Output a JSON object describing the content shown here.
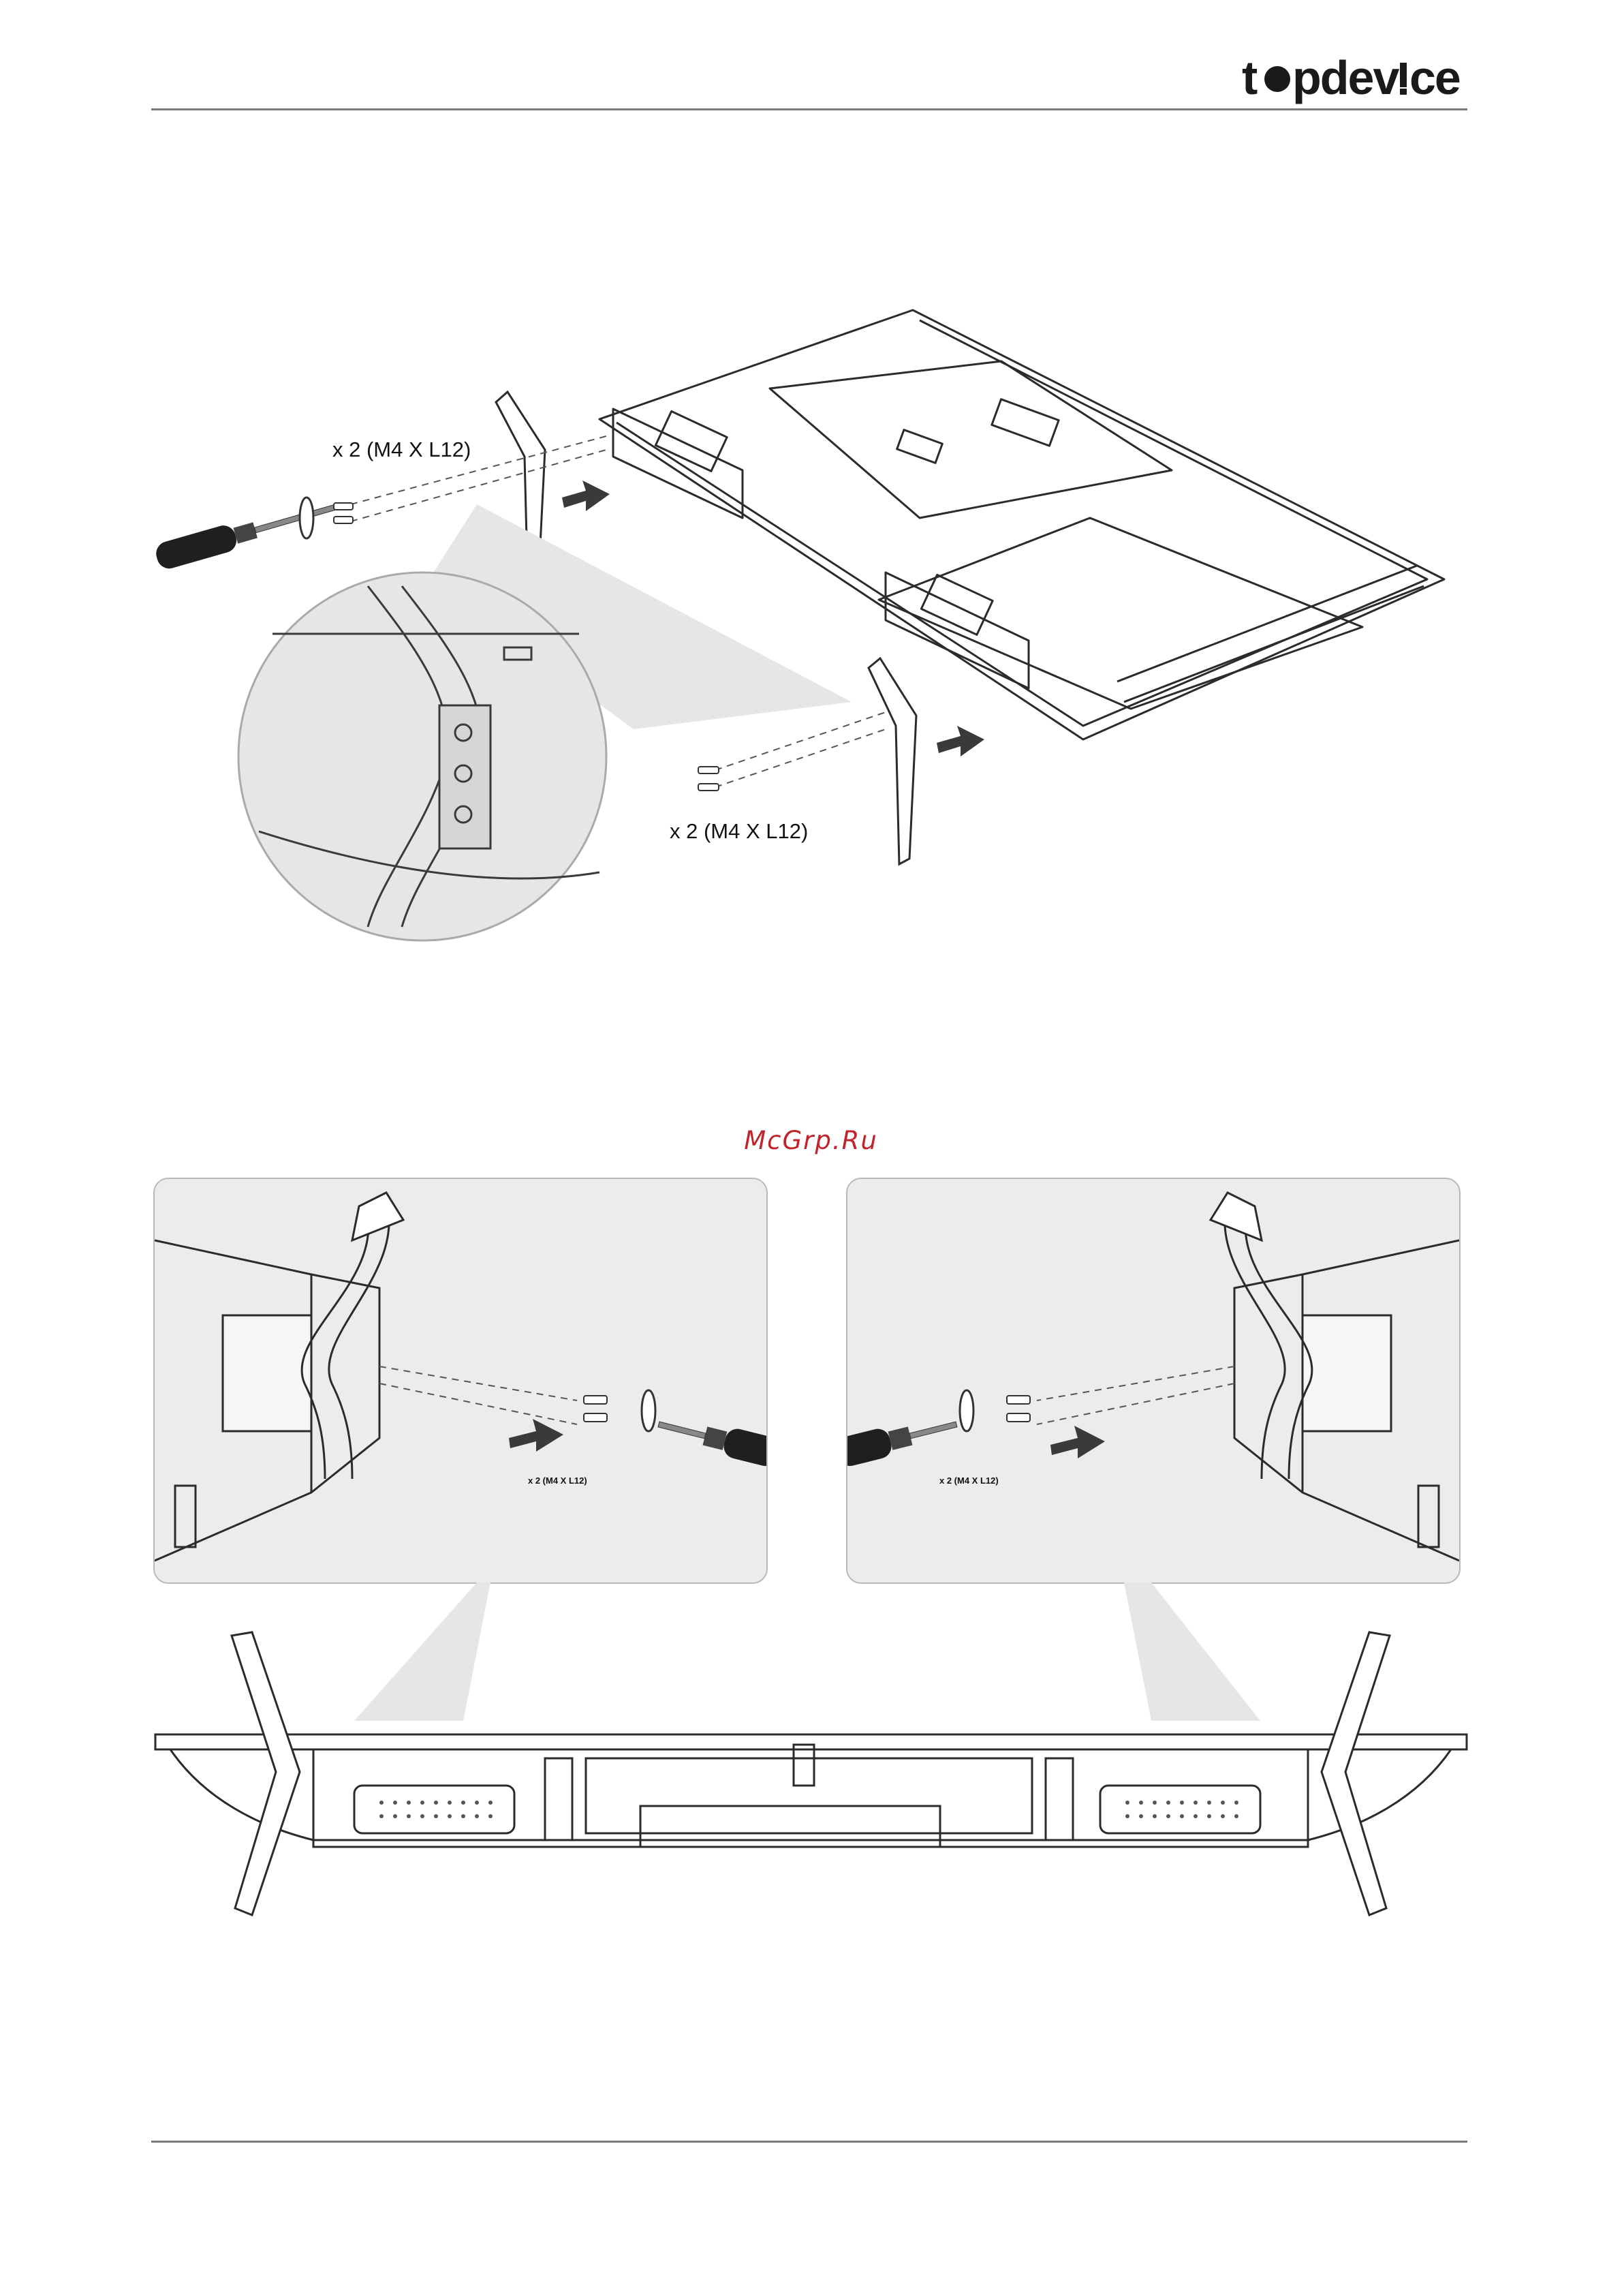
{
  "brand": {
    "logo_text": "topdevice"
  },
  "figure1": {
    "screws_label_top": "x 2 (M4 X L12)",
    "screws_label_bottom": "x 2 (M4 X L12)"
  },
  "watermark": "McGrp.Ru",
  "figure2": {
    "left_panel_label": "x 2 (M4 X L12)",
    "right_panel_label": "x 2 (M4 X L12)"
  },
  "colors": {
    "line": "#2b2b2b",
    "panel_bg": "#ececec",
    "arrow": "#3a3a3a",
    "watermark": "#c0232b"
  }
}
